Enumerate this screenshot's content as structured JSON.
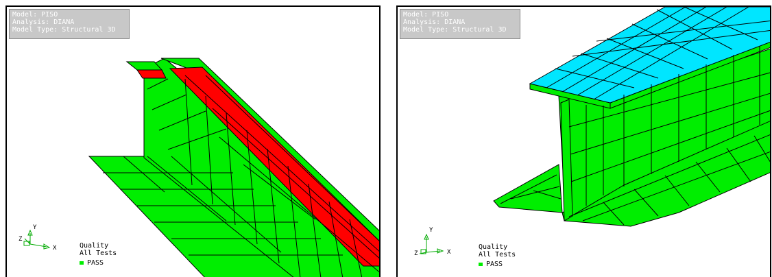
{
  "viewports": [
    {
      "info": {
        "model": "Model: PISO",
        "analysis": "Analysis: DIANA",
        "model_type": "Model Type: Structural 3D"
      },
      "legend": {
        "title": "Quality",
        "subtitle": "All Tests",
        "status": "PASS"
      },
      "axes": {
        "x": "X",
        "y": "Y",
        "z": "Z"
      }
    },
    {
      "info": {
        "model": "Model: PISO",
        "analysis": "Analysis: DIANA",
        "model_type": "Model Type: Structural 3D"
      },
      "legend": {
        "title": "Quality",
        "subtitle": "All Tests",
        "status": "PASS"
      },
      "axes": {
        "x": "X",
        "y": "Y",
        "z": "Z"
      }
    }
  ],
  "colors": {
    "pass_green": "#00ee00",
    "flange_red": "#ff0000",
    "flange_cyan": "#00e6ff",
    "mesh_line": "#000000",
    "info_bg": "#c8c8c8"
  }
}
